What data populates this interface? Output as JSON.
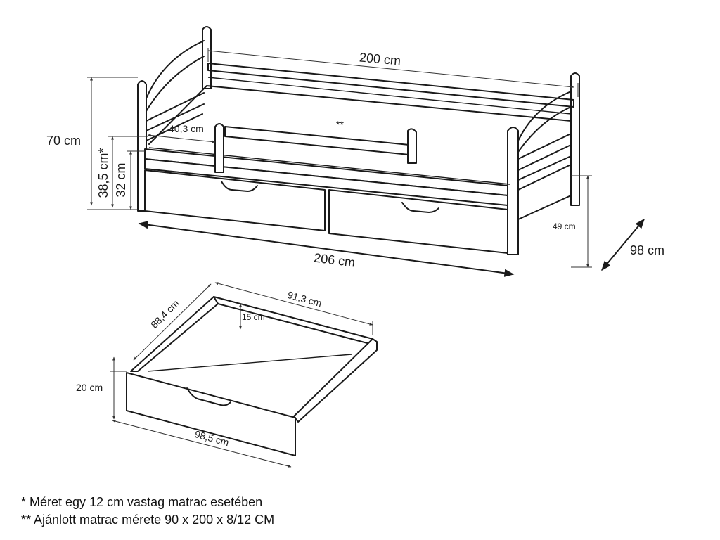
{
  "bed": {
    "length": "200 cm",
    "height": "70 cm",
    "side_opening": "40,3 cm",
    "mattress_marker": "**",
    "side_height_star": "38,5 cm*",
    "side_height": "32 cm",
    "headboard_height": "49 cm",
    "depth": "98 cm",
    "total_length": "206 cm"
  },
  "drawer": {
    "depth": "88,4 cm",
    "width": "91,3 cm",
    "inner_height": "15 cm",
    "height": "20 cm",
    "outer_width": "98,5 cm"
  },
  "notes": {
    "line1": "* Méret egy 12 cm vastag matrac esetében",
    "line2": "** Ajánlott matrac mérete 90 x 200 x 8/12 CM"
  }
}
